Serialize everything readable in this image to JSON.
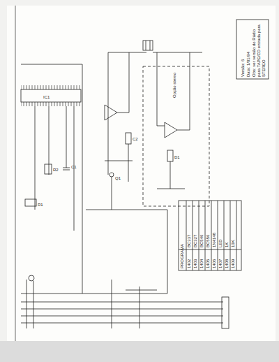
{
  "diagram": {
    "labels": [
      "Versão: 6",
      "Data: 1/01/94",
      "Obs: ver versão do Rádio para TAPE/CD entrada para STEREO",
      "Opção stereo",
      "PROGRAMA",
      "1402",
      "BC337",
      "1403",
      "BC327",
      "1404",
      "BC546",
      "1405",
      "BC556",
      "1406",
      "1N4148",
      "1407",
      "LED",
      "1408",
      "1K",
      "1409",
      "10K",
      "IC1",
      "R1",
      "R2",
      "C1",
      "C2",
      "Q1",
      "D1"
    ]
  }
}
